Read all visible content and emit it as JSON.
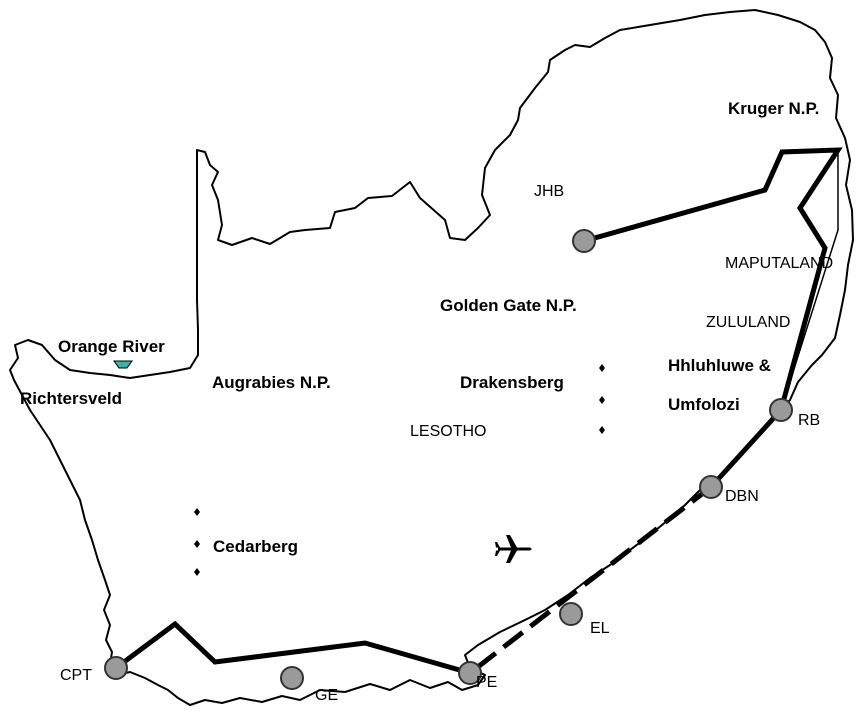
{
  "colors": {
    "coastline": "#000000",
    "route": "#000000",
    "stop_fill": "#9a9a9a",
    "stop_stroke": "#333333",
    "river_marker": "#3cb3a5",
    "background": "#ffffff"
  },
  "places": {
    "kruger": "Kruger N.P.",
    "jhb": "JHB",
    "maputaland": "MAPUTALAND",
    "golden_gate": "Golden Gate N.P.",
    "zululand": "ZULULAND",
    "orange_river": "Orange River",
    "richtersveld": "Richtersveld",
    "augrabies": "Augrabies N.P.",
    "drakensberg": "Drakensberg",
    "hhluhluwe": "Hhluhluwe &",
    "umfolozi": "Umfolozi",
    "lesotho": "LESOTHO",
    "cedarberg": "Cedarberg"
  },
  "stops": {
    "rb": "RB",
    "dbn": "DBN",
    "el": "EL",
    "cpt": "CPT",
    "ge": "GE",
    "pe": "PE"
  },
  "icons": {
    "flight": "airplane-icon",
    "river_marker": "arrow-down-icon",
    "mountain_marker": "diamond-icon"
  },
  "legend_semantics": {
    "solid_line": "road route",
    "dashed_line": "flight route"
  }
}
